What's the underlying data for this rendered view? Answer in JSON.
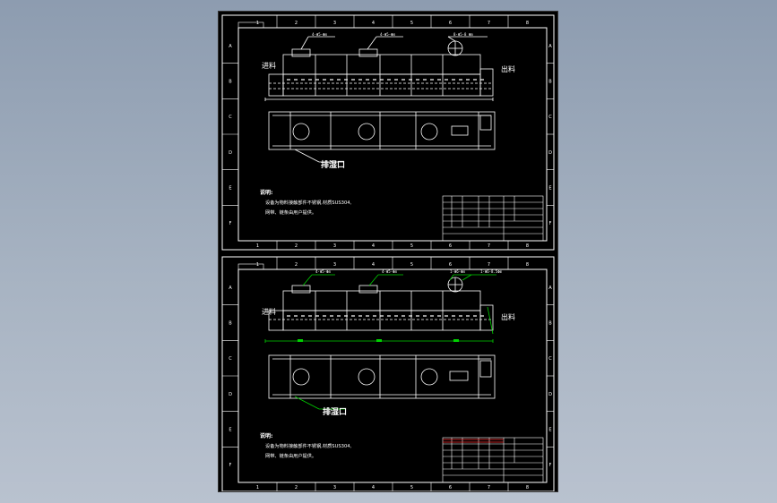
{
  "viewer": {
    "background_top": "#8d9cb0",
    "background_bottom": "#b9c2cf"
  },
  "drawing": {
    "paper_color": "#000000",
    "line_color": "#ffffff",
    "accent_green": "#00d000",
    "accent_red": "#ff3030",
    "grid_columns": [
      "1",
      "2",
      "3",
      "4",
      "5",
      "6",
      "7",
      "8"
    ],
    "grid_rows": [
      "A",
      "B",
      "C",
      "D",
      "E",
      "F"
    ],
    "sheets": [
      {
        "label_feed": "进料",
        "label_discharge": "出料",
        "label_exhaust": "排湿口",
        "notes_title": "说明:",
        "notes_line1": "设备为物料接触部件不锈钢,材质SUS304,",
        "notes_line2": "网带、链条由用户提供。",
        "callouts": [
          "4-Φ5-Φm",
          "4-Φ5-Φm",
          "8-Φ5-8 Φm"
        ]
      },
      {
        "label_feed": "进料",
        "label_discharge": "出料",
        "label_exhaust": "排湿口",
        "notes_title": "说明:",
        "notes_line1": "设备为物料接触部件不锈钢,材质SUS304,",
        "notes_line2": "网带、链条由用户提供。",
        "callouts": [
          "4-Φ5-Φm",
          "4-Φ5-Φm",
          "1-Φ6-Φm",
          "1-Φ6-8.5Φm"
        ]
      }
    ]
  }
}
